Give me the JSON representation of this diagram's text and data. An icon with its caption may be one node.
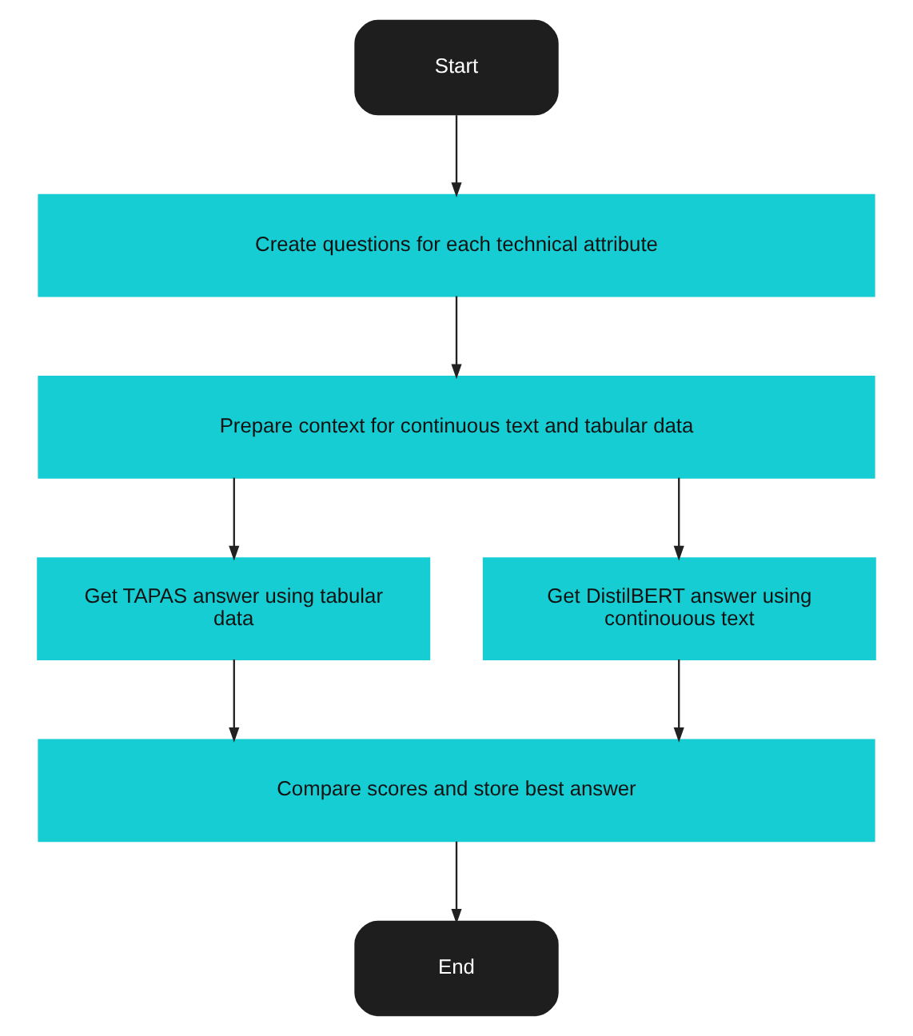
{
  "diagram": {
    "nodes": [
      {
        "text": [
          "Start"
        ]
      },
      {
        "text": [
          "Create questions for each technical attribute"
        ]
      },
      {
        "text": [
          "Prepare context for continuous text and tabular data"
        ]
      },
      {
        "text": [
          "Get TAPAS answer using tabular data"
        ]
      },
      {
        "text": [
          "Get DistilBERT answer using continouous text"
        ]
      },
      {
        "text": [
          "Compare scores and store best answer"
        ]
      },
      {
        "text": [
          "End"
        ]
      }
    ],
    "edges": [
      {
        "from": 0,
        "to": 1,
        "arrow": "to"
      },
      {
        "from": 1,
        "to": 2,
        "arrow": "to"
      },
      {
        "from": 2,
        "to": 3,
        "arrow": "to"
      },
      {
        "from": 2,
        "to": 4,
        "arrow": "to"
      },
      {
        "from": 3,
        "to": 5,
        "arrow": "to"
      },
      {
        "from": 4,
        "to": 5,
        "arrow": "to"
      },
      {
        "from": 5,
        "to": 6,
        "arrow": "to"
      }
    ]
  }
}
